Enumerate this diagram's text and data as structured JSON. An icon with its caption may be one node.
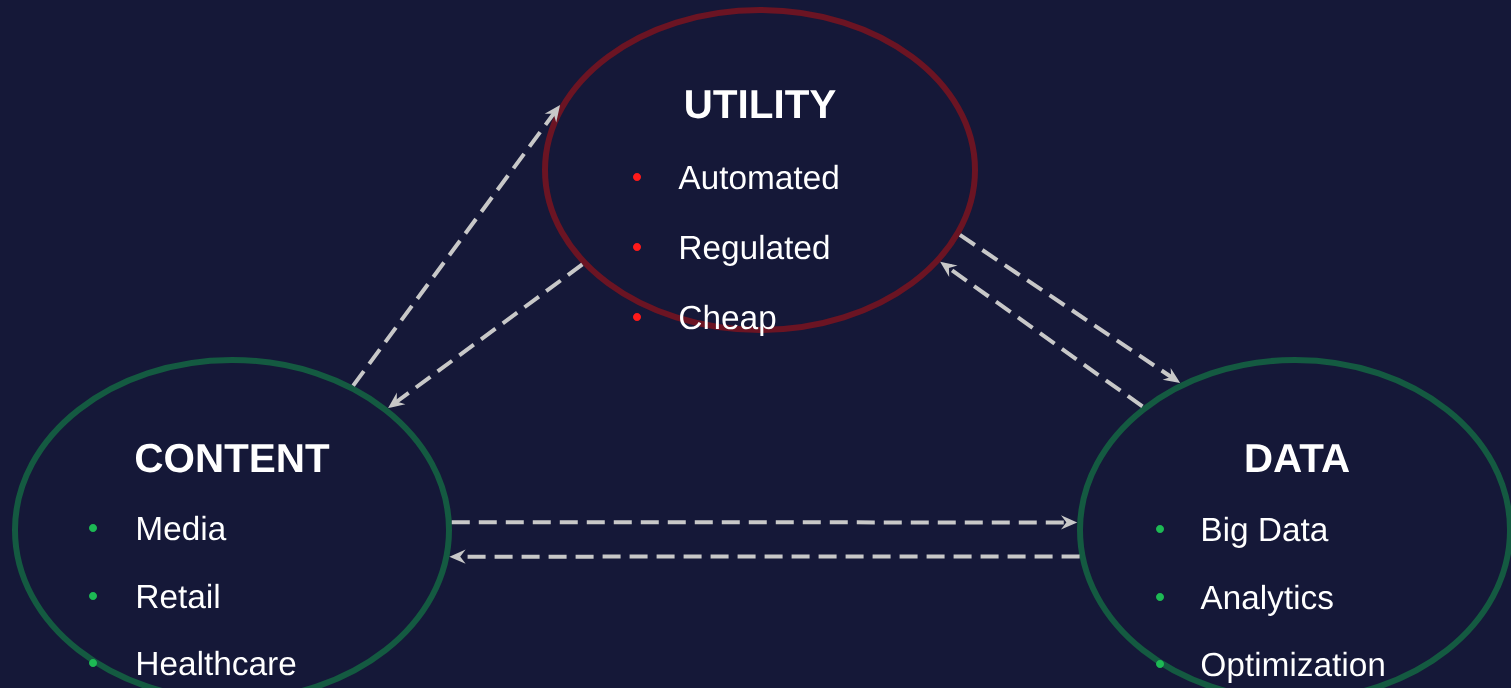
{
  "diagram": {
    "nodes": [
      {
        "text": [
          "UTILITY",
          "Automated",
          "Regulated",
          "Cheap"
        ]
      },
      {
        "text": [
          "CONTENT",
          "Media",
          "Retail",
          "Healthcare"
        ]
      },
      {
        "text": [
          "DATA",
          "Big Data",
          "Analytics",
          "Optimization"
        ]
      }
    ],
    "edges": [
      {
        "from": 1,
        "to": 0,
        "arrow": "to",
        "style": "dashed"
      },
      {
        "from": 0,
        "to": 1,
        "arrow": "to",
        "style": "dashed"
      },
      {
        "from": 0,
        "to": 2,
        "arrow": "to",
        "style": "dashed"
      },
      {
        "from": 2,
        "to": 0,
        "arrow": "to",
        "style": "dashed"
      },
      {
        "from": 1,
        "to": 2,
        "arrow": "to",
        "style": "dashed"
      },
      {
        "from": 2,
        "to": 1,
        "arrow": "to",
        "style": "dashed"
      }
    ]
  }
}
